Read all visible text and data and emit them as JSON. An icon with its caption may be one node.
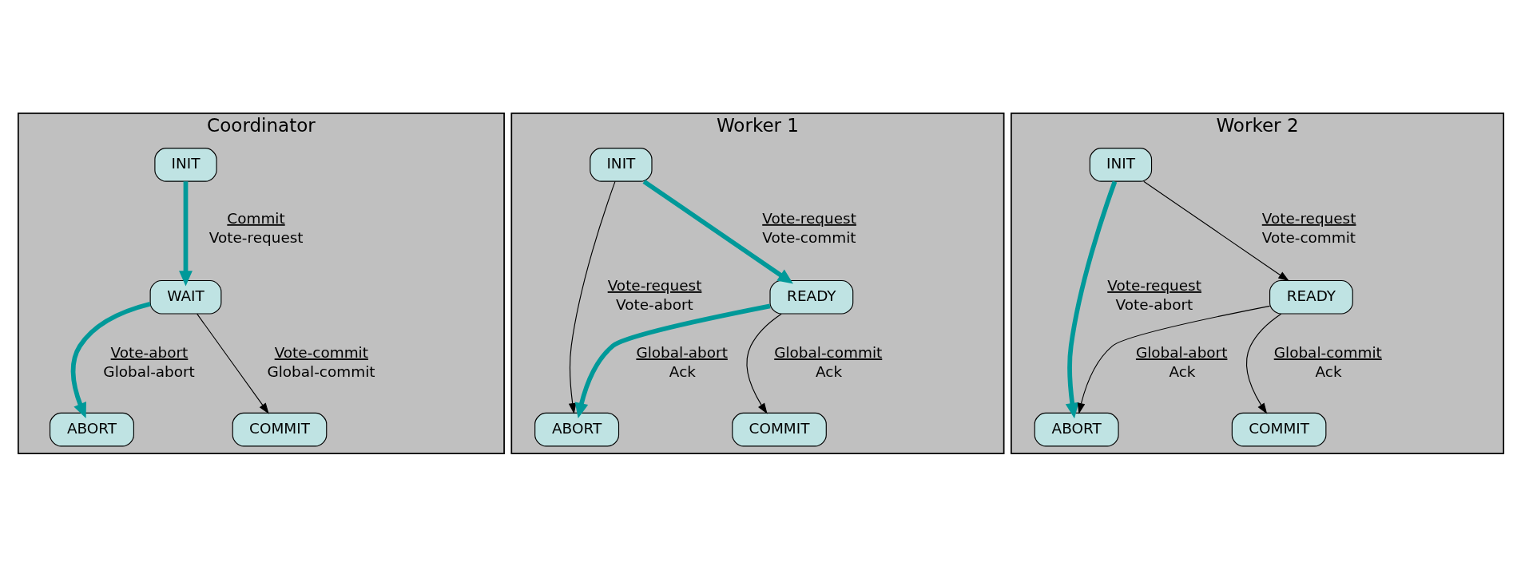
{
  "diagram": {
    "nodes": [
      {
        "text": [
          "Coordinator"
        ]
      },
      {
        "text": [
          "INIT"
        ],
        "in": 0
      },
      {
        "text": [
          "WAIT"
        ],
        "in": 0
      },
      {
        "text": [
          "ABORT"
        ],
        "in": 0
      },
      {
        "text": [
          "COMMIT"
        ],
        "in": 0
      },
      {
        "text": [
          "Worker 1"
        ]
      },
      {
        "text": [
          "INIT"
        ],
        "in": 5
      },
      {
        "text": [
          "READY"
        ],
        "in": 5
      },
      {
        "text": [
          "ABORT"
        ],
        "in": 5
      },
      {
        "text": [
          "COMMIT"
        ],
        "in": 5
      },
      {
        "text": [
          "Worker 2"
        ]
      },
      {
        "text": [
          "INIT"
        ],
        "in": 10
      },
      {
        "text": [
          "READY"
        ],
        "in": 10
      },
      {
        "text": [
          "ABORT"
        ],
        "in": 10
      },
      {
        "text": [
          "COMMIT"
        ],
        "in": 10
      }
    ],
    "edges": [
      {
        "from": 1,
        "to": 2,
        "arrow": "to",
        "label": "Commit Vote-request",
        "style": "thick",
        "color": "#009999"
      },
      {
        "from": 2,
        "to": 3,
        "arrow": "to",
        "label": "Vote-abort Global-abort",
        "style": "thick",
        "color": "#009999"
      },
      {
        "from": 2,
        "to": 4,
        "arrow": "to",
        "label": "Vote-commit Global-commit"
      },
      {
        "from": 6,
        "to": 7,
        "arrow": "to",
        "label": "Vote-request Vote-commit",
        "style": "thick",
        "color": "#009999"
      },
      {
        "from": 6,
        "to": 8,
        "arrow": "to",
        "label": "Vote-request Vote-abort"
      },
      {
        "from": 7,
        "to": 8,
        "arrow": "to",
        "label": "Global-abort Ack",
        "style": "thick",
        "color": "#009999"
      },
      {
        "from": 7,
        "to": 9,
        "arrow": "to",
        "label": "Global-commit Ack"
      },
      {
        "from": 11,
        "to": 12,
        "arrow": "to",
        "label": "Vote-request Vote-commit"
      },
      {
        "from": 11,
        "to": 13,
        "arrow": "to",
        "label": "Vote-request Vote-abort",
        "style": "thick",
        "color": "#009999"
      },
      {
        "from": 12,
        "to": 13,
        "arrow": "to",
        "label": "Global-abort Ack"
      },
      {
        "from": 12,
        "to": 14,
        "arrow": "to",
        "label": "Global-commit Ack"
      }
    ]
  }
}
